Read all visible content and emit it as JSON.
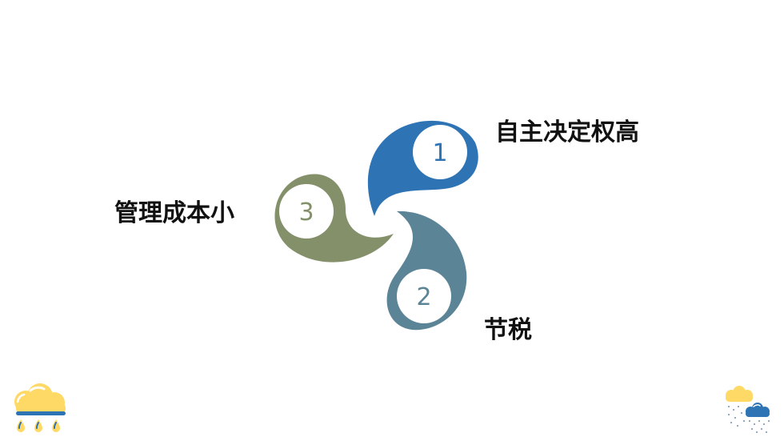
{
  "diagram": {
    "items": [
      {
        "number": "1",
        "label": "自主决定权高",
        "color": "#2E74B5"
      },
      {
        "number": "2",
        "label": "节税",
        "color": "#5B8496"
      },
      {
        "number": "3",
        "label": "管理成本小",
        "color": "#84906A"
      }
    ]
  },
  "decorations": {
    "left": "cloud-rain-icon",
    "right": "cloud-storm-icon",
    "cloud_color": "#FFD966",
    "rain_color": "#2E74B5"
  }
}
